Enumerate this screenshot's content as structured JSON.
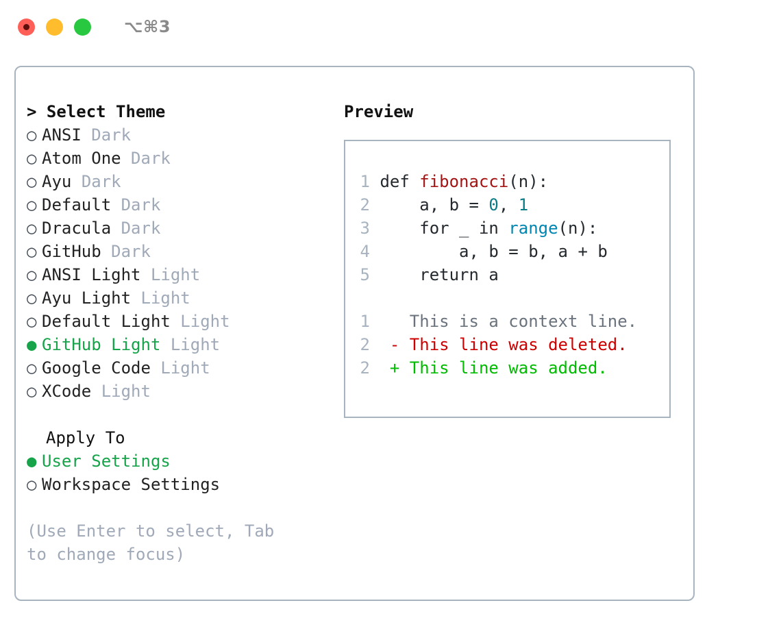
{
  "window": {
    "title": "⌥⌘3",
    "traffic_lights": [
      {
        "name": "close",
        "color": "#ff5f57"
      },
      {
        "name": "minimize",
        "color": "#ffbd2e"
      },
      {
        "name": "maximize",
        "color": "#28c840"
      }
    ]
  },
  "theme_picker": {
    "heading_caret": ">",
    "heading": "Select Theme",
    "bullet_empty": "○",
    "bullet_filled": "●",
    "items": [
      {
        "name": "ANSI",
        "kind": "Dark",
        "selected": false
      },
      {
        "name": "Atom One",
        "kind": "Dark",
        "selected": false
      },
      {
        "name": "Ayu",
        "kind": "Dark",
        "selected": false
      },
      {
        "name": "Default",
        "kind": "Dark",
        "selected": false
      },
      {
        "name": "Dracula",
        "kind": "Dark",
        "selected": false
      },
      {
        "name": "GitHub",
        "kind": "Dark",
        "selected": false
      },
      {
        "name": "ANSI Light",
        "kind": "Light",
        "selected": false
      },
      {
        "name": "Ayu Light",
        "kind": "Light",
        "selected": false
      },
      {
        "name": "Default Light",
        "kind": "Light",
        "selected": false
      },
      {
        "name": "GitHub Light",
        "kind": "Light",
        "selected": true
      },
      {
        "name": "Google Code",
        "kind": "Light",
        "selected": false
      },
      {
        "name": "XCode",
        "kind": "Light",
        "selected": false
      }
    ]
  },
  "apply_to": {
    "heading": "Apply To",
    "options": [
      {
        "label": "User Settings",
        "selected": true
      },
      {
        "label": "Workspace Settings",
        "selected": false
      }
    ]
  },
  "hint": "(Use Enter to select, Tab to change focus)",
  "preview": {
    "title": "Preview",
    "code": [
      {
        "lineno": "1",
        "indent": "",
        "parts": [
          {
            "t": "def ",
            "c": "plain"
          },
          {
            "t": "fibonacci",
            "c": "fn"
          },
          {
            "t": "(n):",
            "c": "plain"
          }
        ]
      },
      {
        "lineno": "2",
        "indent": "    ",
        "parts": [
          {
            "t": "a, b = ",
            "c": "plain"
          },
          {
            "t": "0",
            "c": "num"
          },
          {
            "t": ", ",
            "c": "plain"
          },
          {
            "t": "1",
            "c": "num"
          }
        ]
      },
      {
        "lineno": "3",
        "indent": "    ",
        "parts": [
          {
            "t": "for _ in ",
            "c": "plain"
          },
          {
            "t": "range",
            "c": "call"
          },
          {
            "t": "(n):",
            "c": "plain"
          }
        ]
      },
      {
        "lineno": "4",
        "indent": "        ",
        "parts": [
          {
            "t": "a, b = b, a + b",
            "c": "plain"
          }
        ]
      },
      {
        "lineno": "5",
        "indent": "    ",
        "parts": [
          {
            "t": "return a",
            "c": "plain"
          }
        ]
      }
    ],
    "diff": [
      {
        "lineno": "1",
        "marker": "  ",
        "text": "This is a context line.",
        "kind": "context"
      },
      {
        "lineno": "2",
        "marker": "- ",
        "text": "This line was deleted.",
        "kind": "del"
      },
      {
        "lineno": "2",
        "marker": "+ ",
        "text": "This line was added.",
        "kind": "add"
      }
    ]
  },
  "colors": {
    "accent_green": "#16a34a",
    "border": "#a8b3c0",
    "muted": "#a0a9b8",
    "syntax_function": "#a31515",
    "syntax_number": "#0b7c86",
    "syntax_call": "#0086b3",
    "diff_deleted": "#cc0000",
    "diff_added": "#00bb00",
    "diff_context": "#6a737d"
  }
}
